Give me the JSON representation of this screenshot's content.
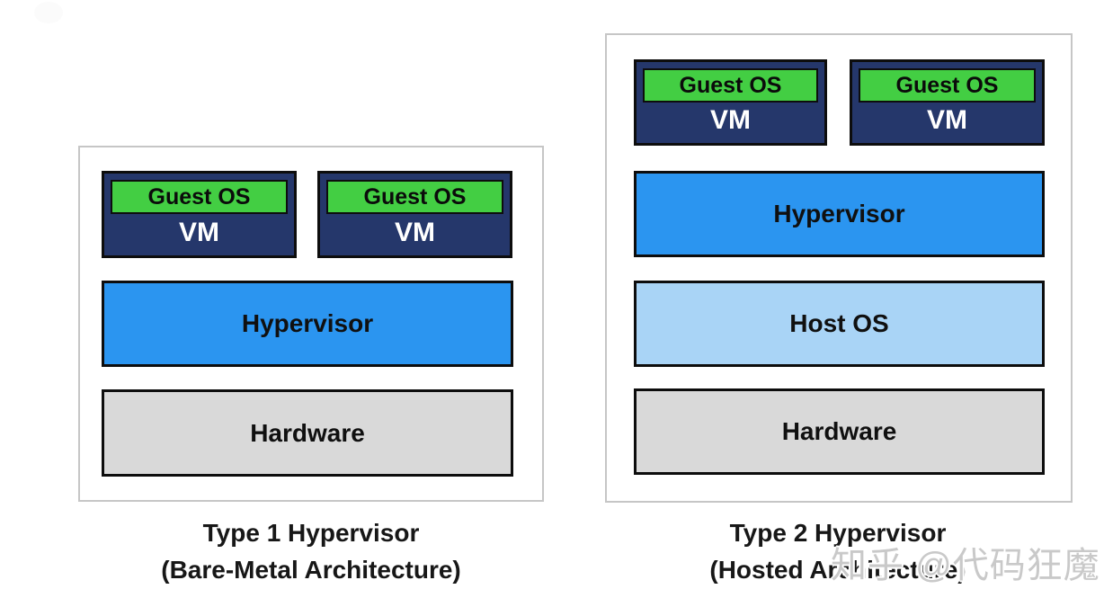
{
  "diagram": {
    "left_panel": {
      "caption": [
        "Type 1 Hypervisor",
        "(Bare-Metal Architecture)"
      ],
      "vm_boxes": [
        {
          "guest_os": "Guest OS",
          "label": "VM"
        },
        {
          "guest_os": "Guest OS",
          "label": "VM"
        }
      ],
      "layers": [
        {
          "label": "Hypervisor"
        },
        {
          "label": "Hardware"
        }
      ]
    },
    "right_panel": {
      "caption": [
        "Type 2 Hypervisor",
        "(Hosted Architecture)"
      ],
      "vm_boxes": [
        {
          "guest_os": "Guest OS",
          "label": "VM"
        },
        {
          "guest_os": "Guest OS",
          "label": "VM"
        }
      ],
      "layers": [
        {
          "label": "Hypervisor"
        },
        {
          "label": "Host OS"
        },
        {
          "label": "Hardware"
        }
      ]
    }
  },
  "watermark": {
    "text": "知乎 @代码狂魔"
  },
  "colors": {
    "guest_os_green": "#43CE43",
    "vm_navy": "#25376B",
    "hypervisor_blue": "#2B95F0",
    "host_os_light_blue": "#A9D4F6",
    "hardware_gray": "#D9D9D9",
    "box_border": "#0D0D0D",
    "panel_border": "#C6C6C6",
    "caption_text": "#171717",
    "watermark_gray": "#C9C9C9"
  }
}
